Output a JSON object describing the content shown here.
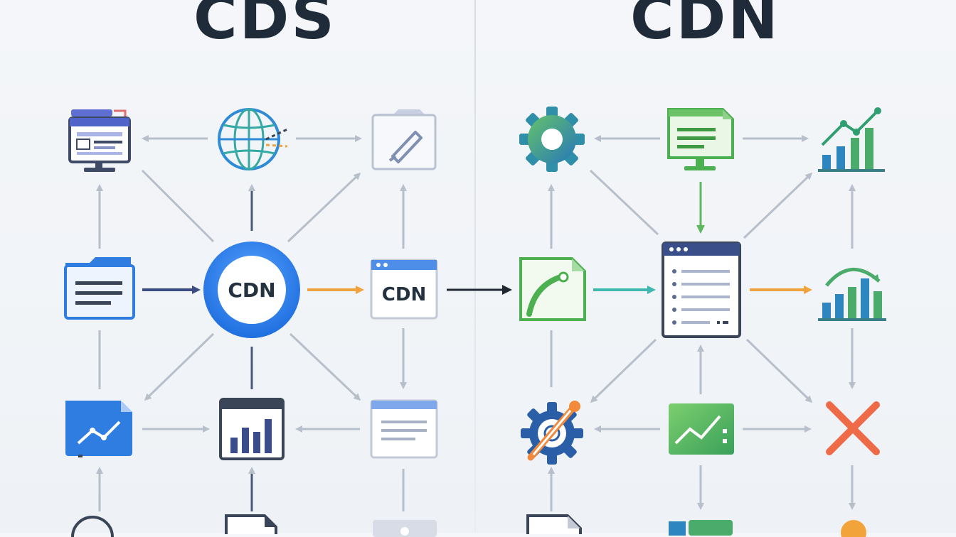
{
  "titles": {
    "left": "CDS",
    "right": "CDN"
  },
  "labels": {
    "hub": "CDN",
    "cdn_box": "CDN"
  },
  "colors": {
    "arrow_gray": "#b7bfca",
    "arrow_navy": "#3b4b83",
    "arrow_orange": "#f0a33c",
    "arrow_dark": "#1f2833",
    "arrow_teal": "#3fb8b0",
    "arrow_green": "#5cb85c",
    "blue": "#2f7de1",
    "green": "#57b957",
    "red": "#ef6a47",
    "dark": "#3a4657"
  }
}
